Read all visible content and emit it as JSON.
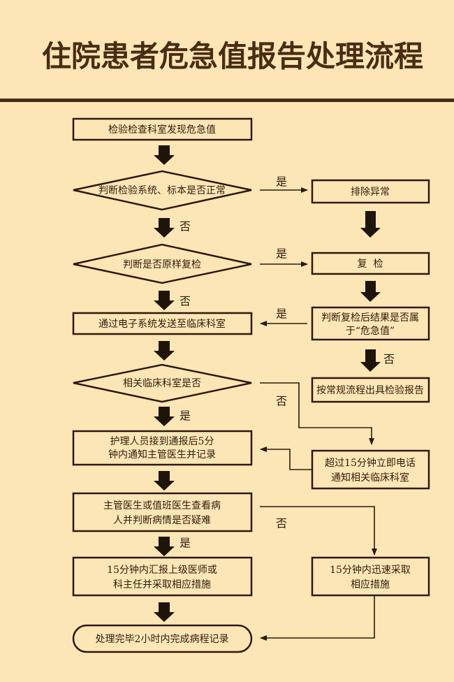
{
  "title": "住院患者危急值报告处理流程",
  "colors": {
    "background": "#fde6b6",
    "title": "#4a2c14",
    "line": "#2a1a0c"
  },
  "nodes": {
    "start": "检验检查科室发现危急值",
    "check_system": "判断检验系统、标本是否正常",
    "exclude_abnormal": "排除异常",
    "judge_recheck": "判断是否原样复检",
    "recheck": "复  检",
    "send_system": "通过电子系统发送至临床科室",
    "judge_result": [
      "判断复检后结果是否属",
      "于“危急值”"
    ],
    "routine_report": "按常规流程出具检验报告",
    "clinical_dept": "相关临床科室是否",
    "nurse_notify": [
      "护理人员接到通报后5分",
      "钟内通知主管医生并记录"
    ],
    "phone_notify": [
      "超过15分钟立即电话",
      "通知相关临床科室"
    ],
    "doctor_check": [
      "主管医生或值班医生查看病",
      "人并判断病情是否疑难"
    ],
    "report_superior": [
      "15分钟内汇报上级医师或",
      "科主任并采取相应措施"
    ],
    "quick_measures": [
      "15分钟内迅速采取",
      "相应措施"
    ],
    "end": "处理完毕2小时内完成病程记录"
  },
  "labels": {
    "yes": "是",
    "no": "否"
  }
}
